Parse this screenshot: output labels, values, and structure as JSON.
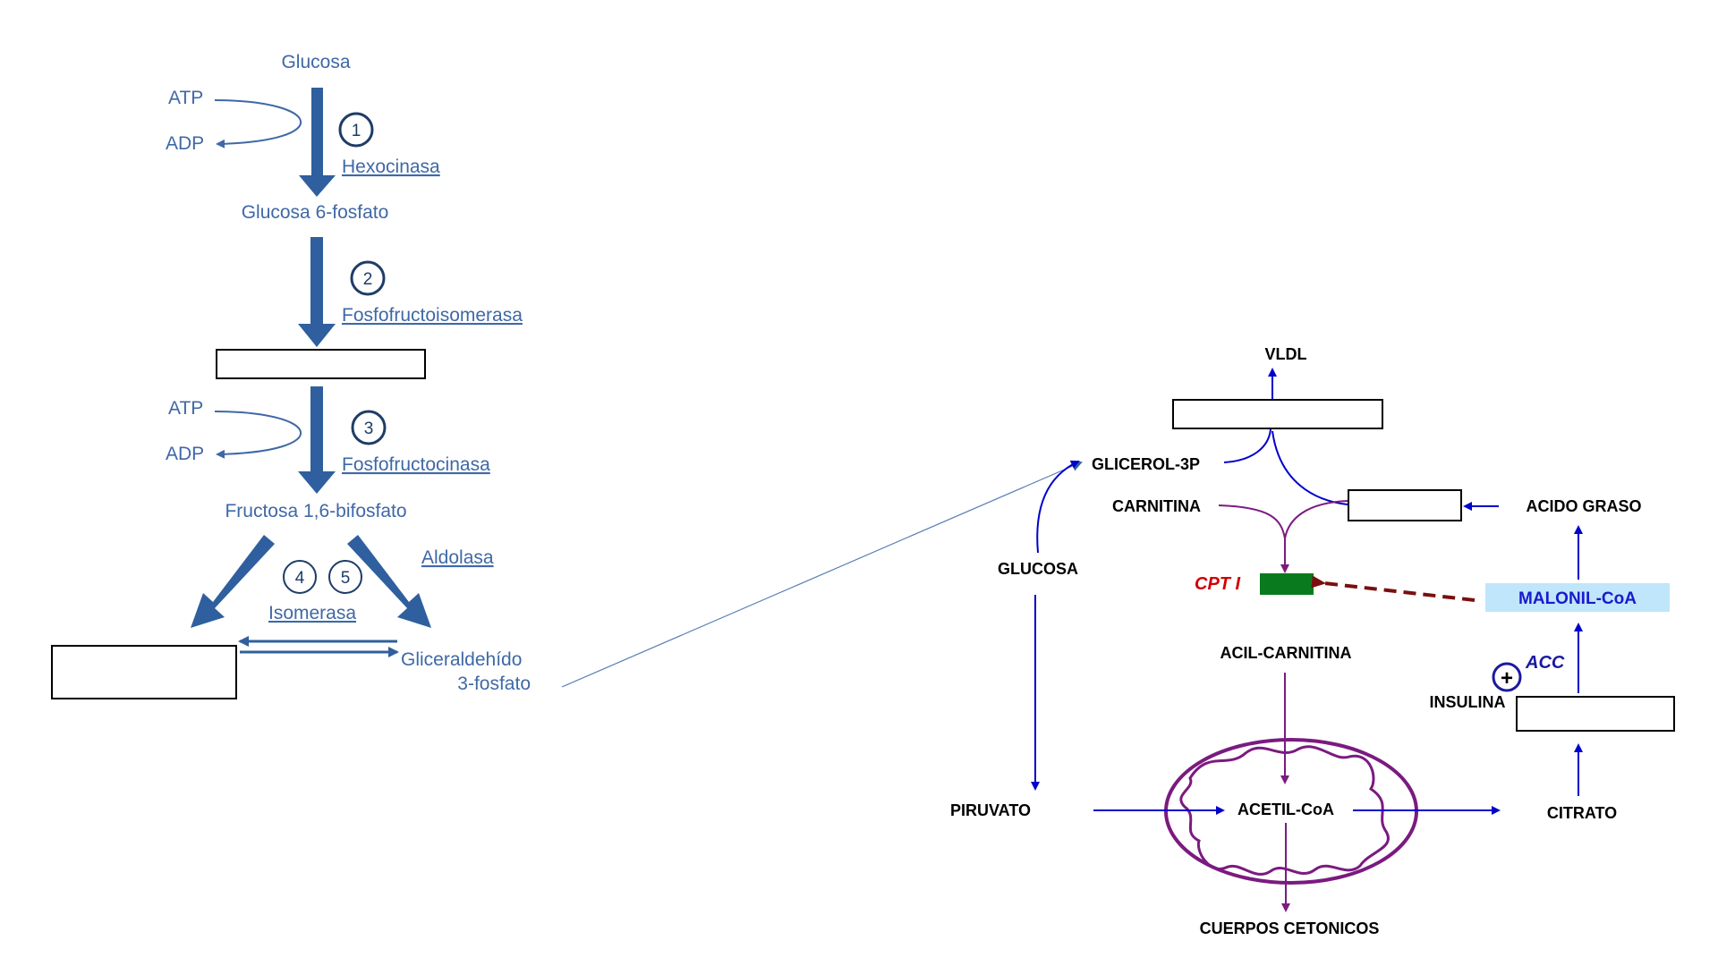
{
  "glycolysis": {
    "glucosa": "Glucosa",
    "atp1": "ATP",
    "adp1": "ADP",
    "step1": "1",
    "hexocinasa": "Hexocinasa",
    "glucosa6p": "Glucosa 6-fosfato",
    "step2": "2",
    "fosfofructoisomerasa": "Fosfofructoisomerasa",
    "atp2": "ATP",
    "adp2": "ADP",
    "step3": "3",
    "fosfofructocinasa": "Fosfofructocinasa",
    "fructosa16bp": "Fructosa 1,6-bifosfato",
    "aldolasa": "Aldolasa",
    "step4": "4",
    "step5": "5",
    "isomerasa": "Isomerasa",
    "gliceraldehido_line1": "Gliceraldehído",
    "gliceraldehido_line2": "3-fosfato"
  },
  "lipid": {
    "vldl": "VLDL",
    "glicerol3p": "GLICEROL-3P",
    "carnitina": "CARNITINA",
    "acido_graso": "ACIDO GRASO",
    "glucosa": "GLUCOSA",
    "cpt1": "CPT I",
    "malonil_coa": "MALONIL-CoA",
    "acc": "ACC",
    "plus": "+",
    "acil_carnitina": "ACIL-CARNITINA",
    "insulina": "INSULINA",
    "piruvato": "PIRUVATO",
    "acetil_coa": "ACETIL-CoA",
    "citrato": "CITRATO",
    "cuerpos_cetonicos": "CUERPOS CETONICOS"
  },
  "colors": {
    "glycolysis_blue": "#3f68a6",
    "arrow_blue": "#0000cc",
    "mitochondria_purple": "#7b1a80",
    "cpt_green": "#0a7a1e",
    "inhibition_dark_red": "#7a0f0f",
    "malonil_box": "#bfe6fb"
  }
}
